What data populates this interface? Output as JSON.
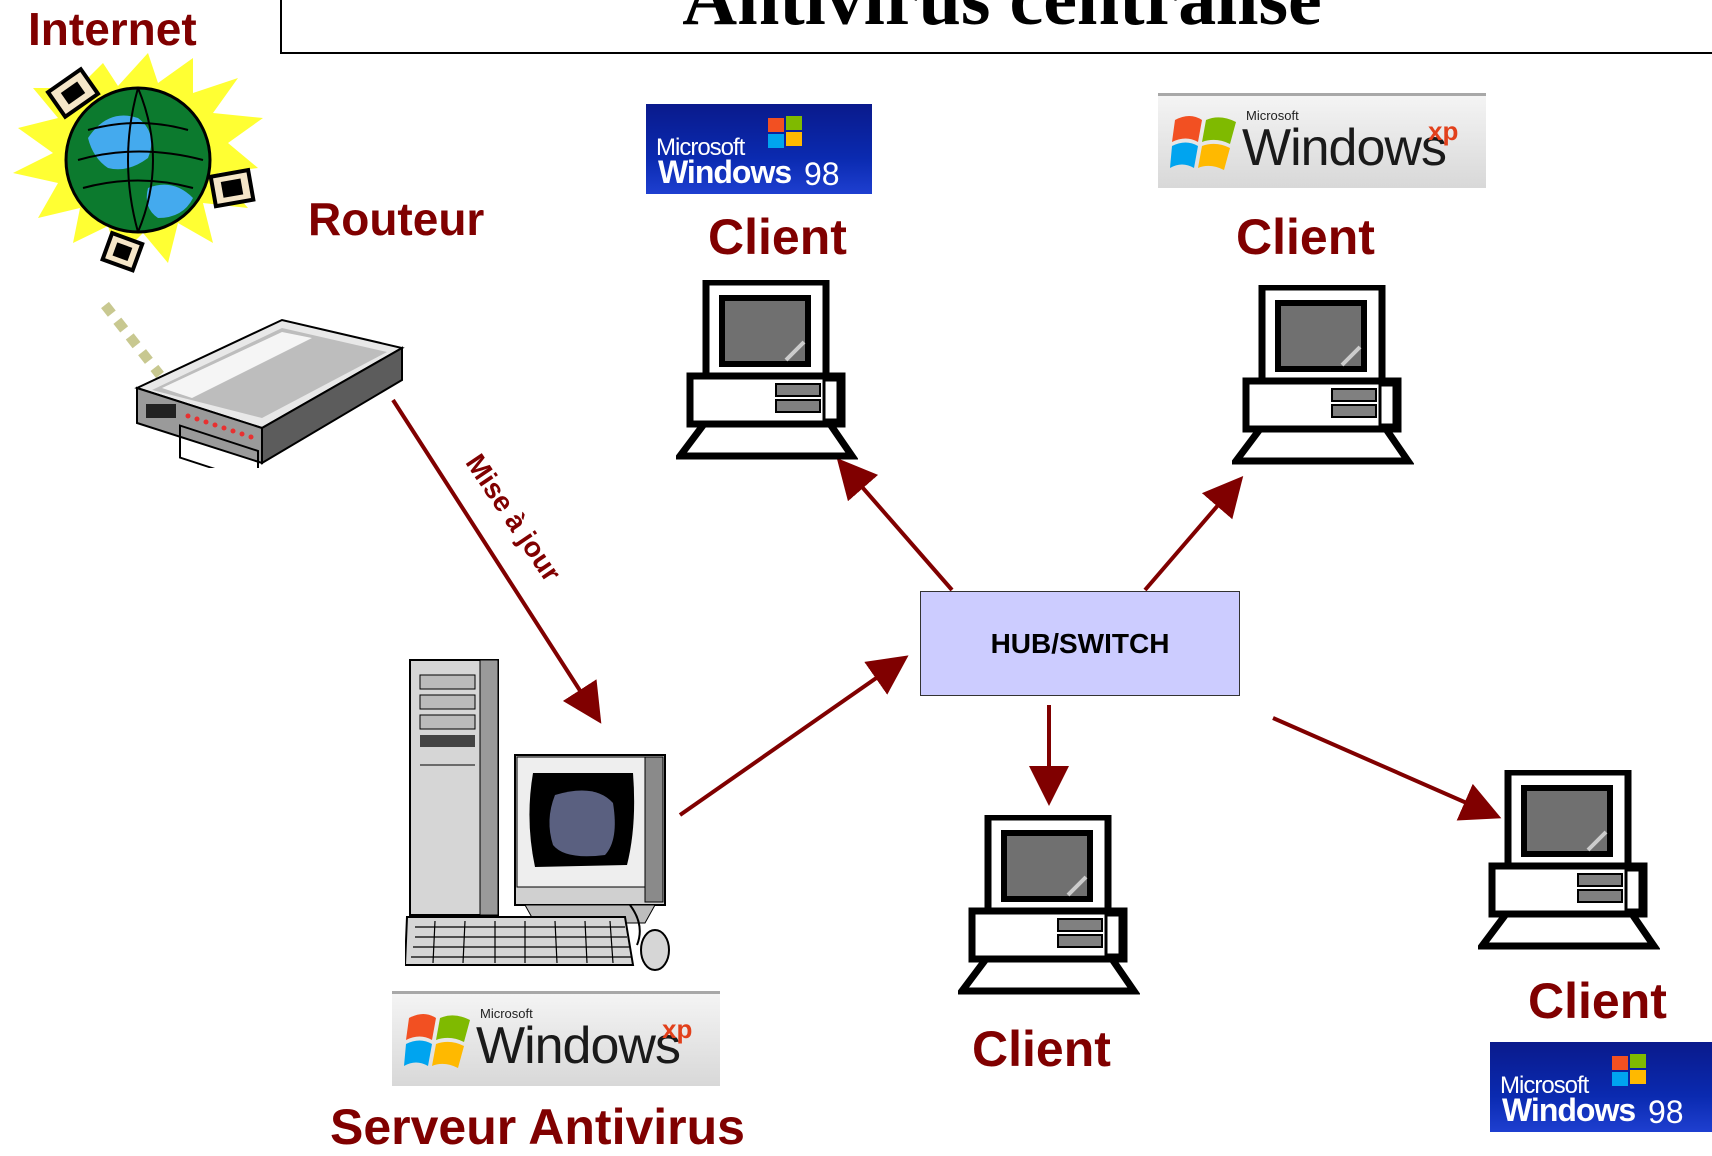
{
  "title": "Antivirus centralisé",
  "labels": {
    "internet": "Internet",
    "router": "Routeur",
    "update": "Mise à jour",
    "hub": "HUB/SWITCH",
    "server": "Serveur Antivirus"
  },
  "clients": [
    {
      "label": "Client",
      "os": "Windows98"
    },
    {
      "label": "Client",
      "os": "Windows XP"
    },
    {
      "label": "Client",
      "os": ""
    },
    {
      "label": "Client",
      "os": "Windows98"
    }
  ],
  "server_os": "Windows XP",
  "badges": {
    "microsoft": "Microsoft",
    "windows": "Windows",
    "xp": "xp",
    "ninety_eight": "98"
  },
  "colors": {
    "label": "#800000",
    "arrow": "#800000",
    "hub_fill": "#ccccff"
  },
  "icons": [
    "globe-satellite-icon",
    "router-icon",
    "server-computer-icon",
    "client-computer-icon",
    "windows-flag-icon"
  ]
}
